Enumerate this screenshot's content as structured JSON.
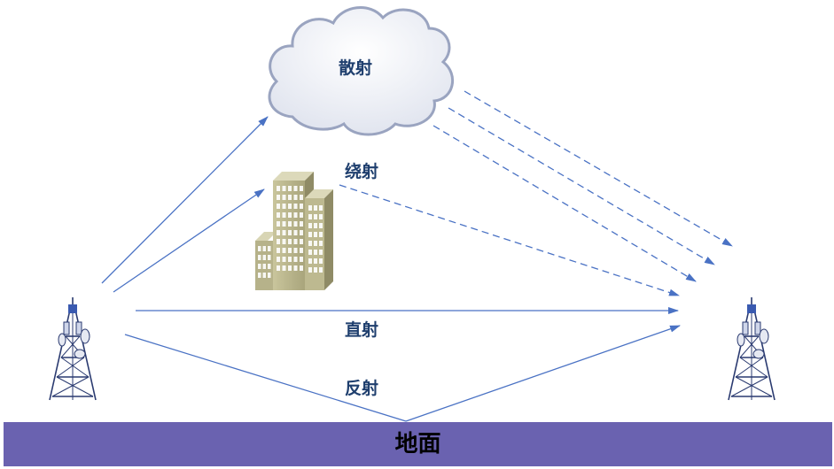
{
  "labels": {
    "scatter": "散射",
    "diffraction": "绕射",
    "direct": "直射",
    "reflection": "反射",
    "ground": "地面"
  },
  "colors": {
    "arrow": "#4a72c4",
    "ground": "#6a62b0",
    "label": "#1f3f6e",
    "cloud_edge": "#9aa4c0",
    "building": "#b8b48c"
  },
  "icons": {
    "transmitter": "radio-tower-icon",
    "receiver": "radio-tower-icon",
    "cloud": "cloud-icon",
    "building": "building-icon"
  }
}
